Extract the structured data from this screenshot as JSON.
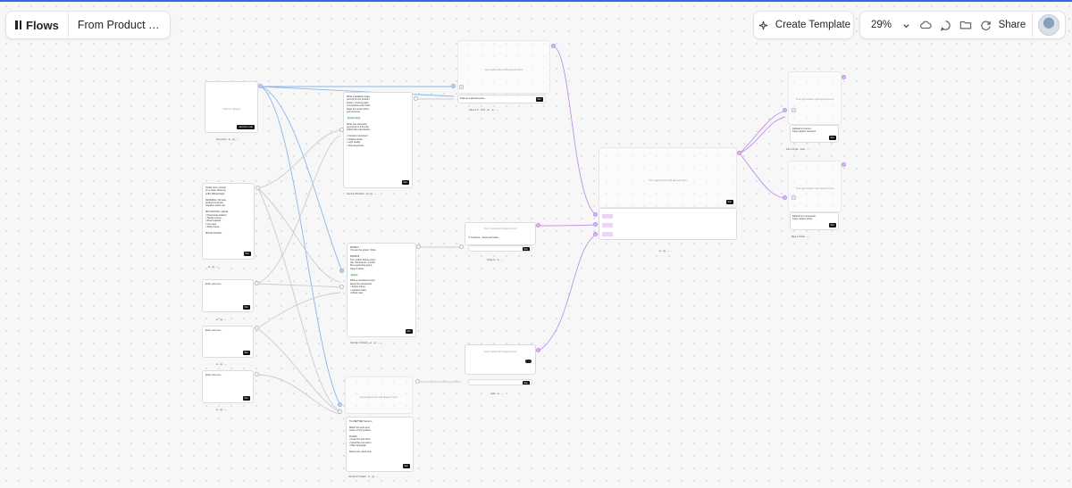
{
  "toolbar": {
    "flows_label": "Flows",
    "breadcrumb": "From Product Fe...",
    "create_template_label": "Create Template",
    "zoom_level": "29%",
    "share_label": "Share"
  },
  "colors": {
    "accent": "#2f6bd8",
    "edge_blue": "#8fb6e6",
    "edge_purple": "#c091e6",
    "edge_gray": "#c9ccd2"
  },
  "icons": [
    "cloud-icon",
    "comment-icon",
    "folder-icon",
    "sync-icon",
    "chevron-down-icon",
    "sparkle-icon"
  ]
}
